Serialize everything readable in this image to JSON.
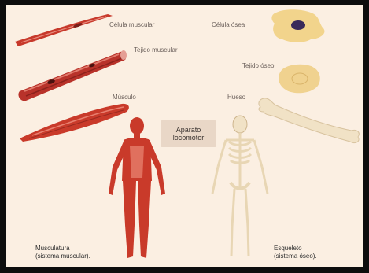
{
  "labels": {
    "muscle_cell": "Célula muscular",
    "bone_cell": "Célula ósea",
    "muscle_tissue": "Tejido muscular",
    "bone_tissue": "Tejido óseo",
    "muscle": "Músculo",
    "bone": "Hueso"
  },
  "center_box": {
    "line1": "Aparato",
    "line2": "locomotor"
  },
  "captions": {
    "left_line1": "Musculatura",
    "left_line2": "(sistema muscular).",
    "right_line1": "Esqueleto",
    "right_line2": "(sistema óseo)."
  },
  "colors": {
    "frame": "#0d0d0d",
    "background": "#fbefe2",
    "muscle": "#c7392b",
    "bone": "#f1e2c6",
    "bone_cell": "#f2d48c",
    "nucleus": "#3a2a5a"
  }
}
